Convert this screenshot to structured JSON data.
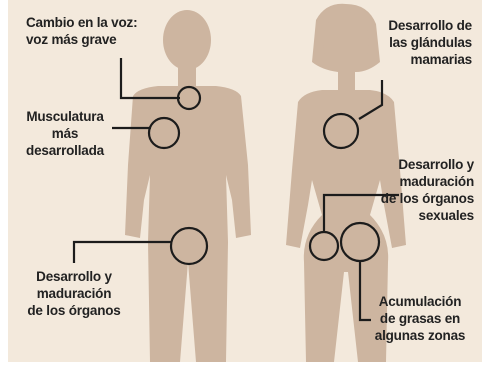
{
  "labels": {
    "voice": "Cambio en la voz:\nvoz más grave",
    "muscles": "Musculatura\nmás\ndesarrollada",
    "organs_male": "Desarrollo y\nmaduración\nde los órganos",
    "mammary": "Desarrollo de\nlas glándulas\nmamarias",
    "organs_female": "Desarrollo y\nmaduración\nde los órganos\nsexuales",
    "fat": "Acumulación\nde grasas en\nalgunas zonas"
  },
  "colors": {
    "background": "#f3e9dc",
    "silhouette": "#cdb5a0",
    "line": "#1c1c1c",
    "text": "#222222"
  }
}
